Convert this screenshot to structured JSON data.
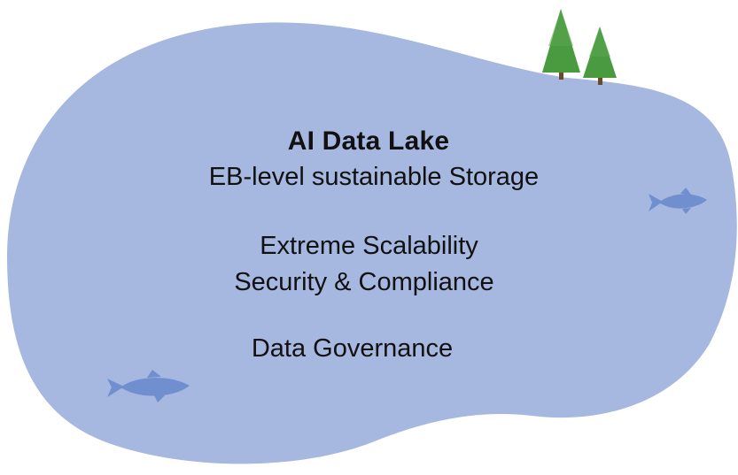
{
  "diagram": {
    "title": "AI Data Lake",
    "subtitle": "EB-level sustainable Storage",
    "features": [
      "Extreme Scalability",
      "Security & Compliance",
      "Data Governance"
    ]
  },
  "colors": {
    "lake_fill": "#a6b8e0",
    "fish": "#6f8fcf",
    "tree": "#4a9a40",
    "trunk": "#6b4a2a",
    "text": "#111111"
  },
  "icons": [
    "lake-shape",
    "tree-icon",
    "tree-icon",
    "fish-icon",
    "fish-icon"
  ]
}
